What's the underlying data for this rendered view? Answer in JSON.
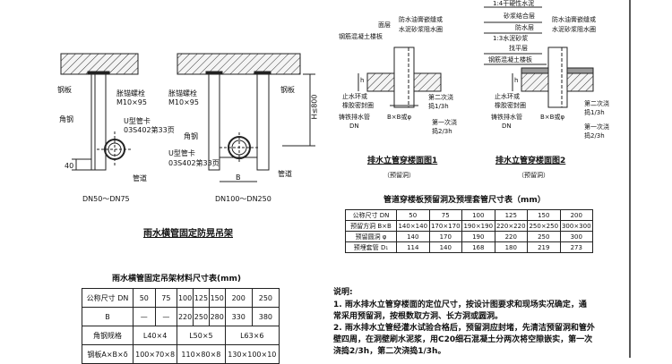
{
  "hanger": {
    "title": "雨水横管固定防晃吊架",
    "left": {
      "caption": "DN50～DN75",
      "steel_plate": "钢板",
      "angle_steel": "角钢",
      "anchor_bolt": "胀锚螺栓",
      "anchor_spec": "M10×95",
      "u_clamp": "U型管卡",
      "u_clamp_ref": "03S402第33页",
      "dim_40": "40",
      "pipe": "管道"
    },
    "right": {
      "caption": "DN100～DN250",
      "steel_plate": "钢板",
      "angle_steel": "角钢",
      "anchor_bolt": "胀锚螺栓",
      "anchor_spec": "M10×95",
      "u_clamp": "U型管卡",
      "u_clamp_ref": "03S402第33页",
      "dim_h": "H≤800",
      "dim_b": "B",
      "pipe": "管道"
    }
  },
  "hanger_table": {
    "title": "雨水横管固定吊架材料尺寸表(mm)",
    "rows": [
      [
        "公称尺寸 DN",
        "50",
        "75",
        "100",
        "125",
        "150",
        "200",
        "250"
      ],
      [
        "B",
        "—",
        "—",
        "220",
        "250",
        "280",
        "330",
        "380"
      ],
      [
        "角钢规格",
        "L40×4",
        "L50×5",
        "L63×6"
      ],
      [
        "钢板A×B×δ",
        "100×70×8",
        "110×80×8",
        "130×100×10"
      ]
    ]
  },
  "fig1": {
    "title": "排水立管穿楼面图1",
    "subtitle": "（预留洞）",
    "labels": {
      "surface": "面层",
      "slab": "钢筋混凝土楼板",
      "seal": "防水油膏嵌缝或",
      "seal2": "水泥砂浆阻水圈",
      "ring": "止水环或",
      "ring2": "橡胶密封圈",
      "pipe": "铸铁排水管",
      "dn": "DN",
      "hole": "B×B或φ",
      "second": "第二次浇",
      "second2": "捣1/3h",
      "first": "第一次浇",
      "first2": "捣2/3h",
      "h": "h"
    }
  },
  "fig2": {
    "title": "排水立管穿楼面图2",
    "subtitle": "（预留洞）",
    "labels": {
      "mortar": "1:4干硬性水泥",
      "mortar2": "砂浆结合层",
      "waterproof": "防水层",
      "leveling": "1:3水泥砂浆",
      "leveling2": "找平层",
      "slab": "钢筋混凝土楼板",
      "seal": "防水油膏嵌缝或",
      "seal2": "水泥砂浆阻水圈",
      "ring": "止水环或",
      "ring2": "橡胶密封圈",
      "pipe": "铸铁排水管",
      "dn": "DN",
      "hole": "B×B或φ",
      "second": "第二次浇",
      "second2": "捣1/3h",
      "first": "第一次浇",
      "first2": "捣2/3h",
      "h": "h"
    }
  },
  "sleeve_table": {
    "title": "管道穿楼板预留洞及预埋套管尺寸表（mm）",
    "rows": [
      [
        "公称尺寸 DN",
        "50",
        "75",
        "100",
        "125",
        "150",
        "200"
      ],
      [
        "预留方洞 B×B",
        "140×140",
        "170×170",
        "190×190",
        "220×220",
        "250×250",
        "300×300"
      ],
      [
        "预留圆洞 φ",
        "140",
        "170",
        "190",
        "220",
        "250",
        "300"
      ],
      [
        "预埋套管 D₁",
        "114",
        "140",
        "168",
        "180",
        "219",
        "273"
      ]
    ]
  },
  "notes": {
    "heading": "说明:",
    "lines": [
      "1.  雨水排水立管穿楼面的定位尺寸，按设计图要求和现场实况确定，通",
      "     常采用预留洞，按根数取方洞、长方洞或圆洞。",
      "2.  雨水排水立管经灌水试验合格后，预留洞应封堵，先清洁预留洞和管外",
      "     壁四周，在洞壁刷水泥浆，用C20细石混凝土分两次将空隙嵌实，第一次",
      "     浇捣2/3h，第二次浇捣1/3h。"
    ]
  }
}
